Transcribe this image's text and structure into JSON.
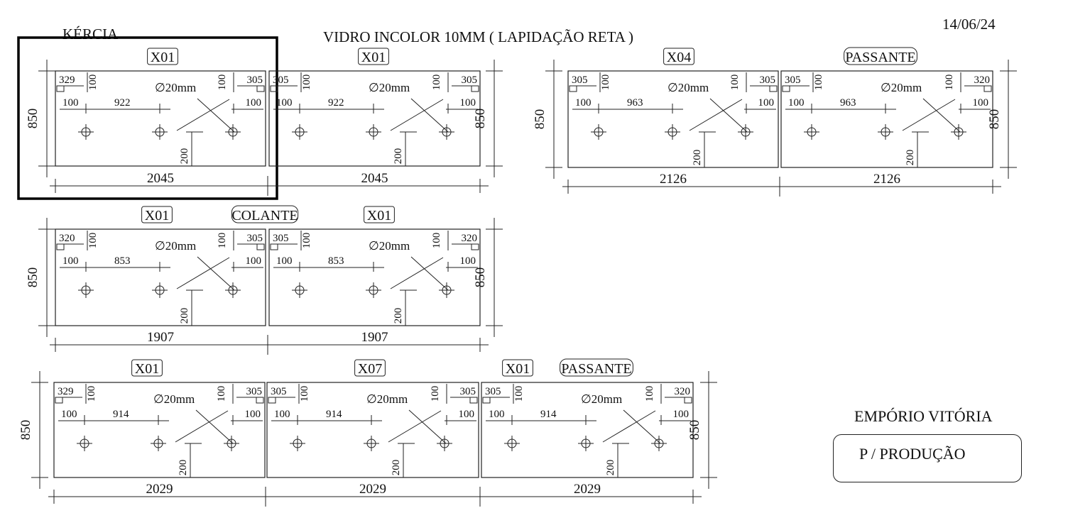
{
  "header": {
    "client": "KÉRCIA",
    "title": "VIDRO INCOLOR 10MM ( LAPIDAÇÃO RETA )",
    "date": "14/06/24"
  },
  "footer": {
    "shop": "EMPÓRIO VITÓRIA",
    "production": "P / PRODUÇÃO"
  },
  "hole_label": "∅20mm",
  "height": "850",
  "dims": {
    "v100": "100",
    "v200": "200",
    "edge100": "100"
  },
  "rows": [
    {
      "tags": [
        {
          "text": "X01",
          "boxed": "rect"
        },
        {
          "text": "X01",
          "boxed": "rect"
        }
      ],
      "panels": [
        {
          "width": "2045",
          "corner_left": "329",
          "corner_right": "305",
          "spacing": "922"
        },
        {
          "width": "2045",
          "corner_left": "305",
          "corner_right": "305",
          "spacing": "922"
        }
      ]
    },
    {
      "tags": [
        {
          "text": "X04",
          "boxed": "rect"
        },
        {
          "text": "PASSANTE",
          "boxed": "round"
        }
      ],
      "panels": [
        {
          "width": "2126",
          "corner_left": "305",
          "corner_right": "305",
          "spacing": "963"
        },
        {
          "width": "2126",
          "corner_left": "305",
          "corner_right": "320",
          "spacing": "963"
        }
      ]
    },
    {
      "tags": [
        {
          "text": "X01",
          "boxed": "rect"
        },
        {
          "text": "COLANTE",
          "boxed": "round"
        },
        {
          "text": "X01",
          "boxed": "rect"
        }
      ],
      "panels": [
        {
          "width": "1907",
          "corner_left": "320",
          "corner_right": "305",
          "spacing": "853"
        },
        {
          "width": "1907",
          "corner_left": "305",
          "corner_right": "320",
          "spacing": "853"
        }
      ]
    },
    {
      "tags": [
        {
          "text": "X01",
          "boxed": "rect"
        },
        {
          "text": "X07",
          "boxed": "rect"
        },
        {
          "text": "X01",
          "boxed": "rect"
        },
        {
          "text": "PASSANTE",
          "boxed": "round"
        }
      ],
      "panels": [
        {
          "width": "2029",
          "corner_left": "329",
          "corner_right": "305",
          "spacing": "914"
        },
        {
          "width": "2029",
          "corner_left": "305",
          "corner_right": "305",
          "spacing": "914"
        },
        {
          "width": "2029",
          "corner_left": "305",
          "corner_right": "320",
          "spacing": "914"
        }
      ]
    }
  ]
}
